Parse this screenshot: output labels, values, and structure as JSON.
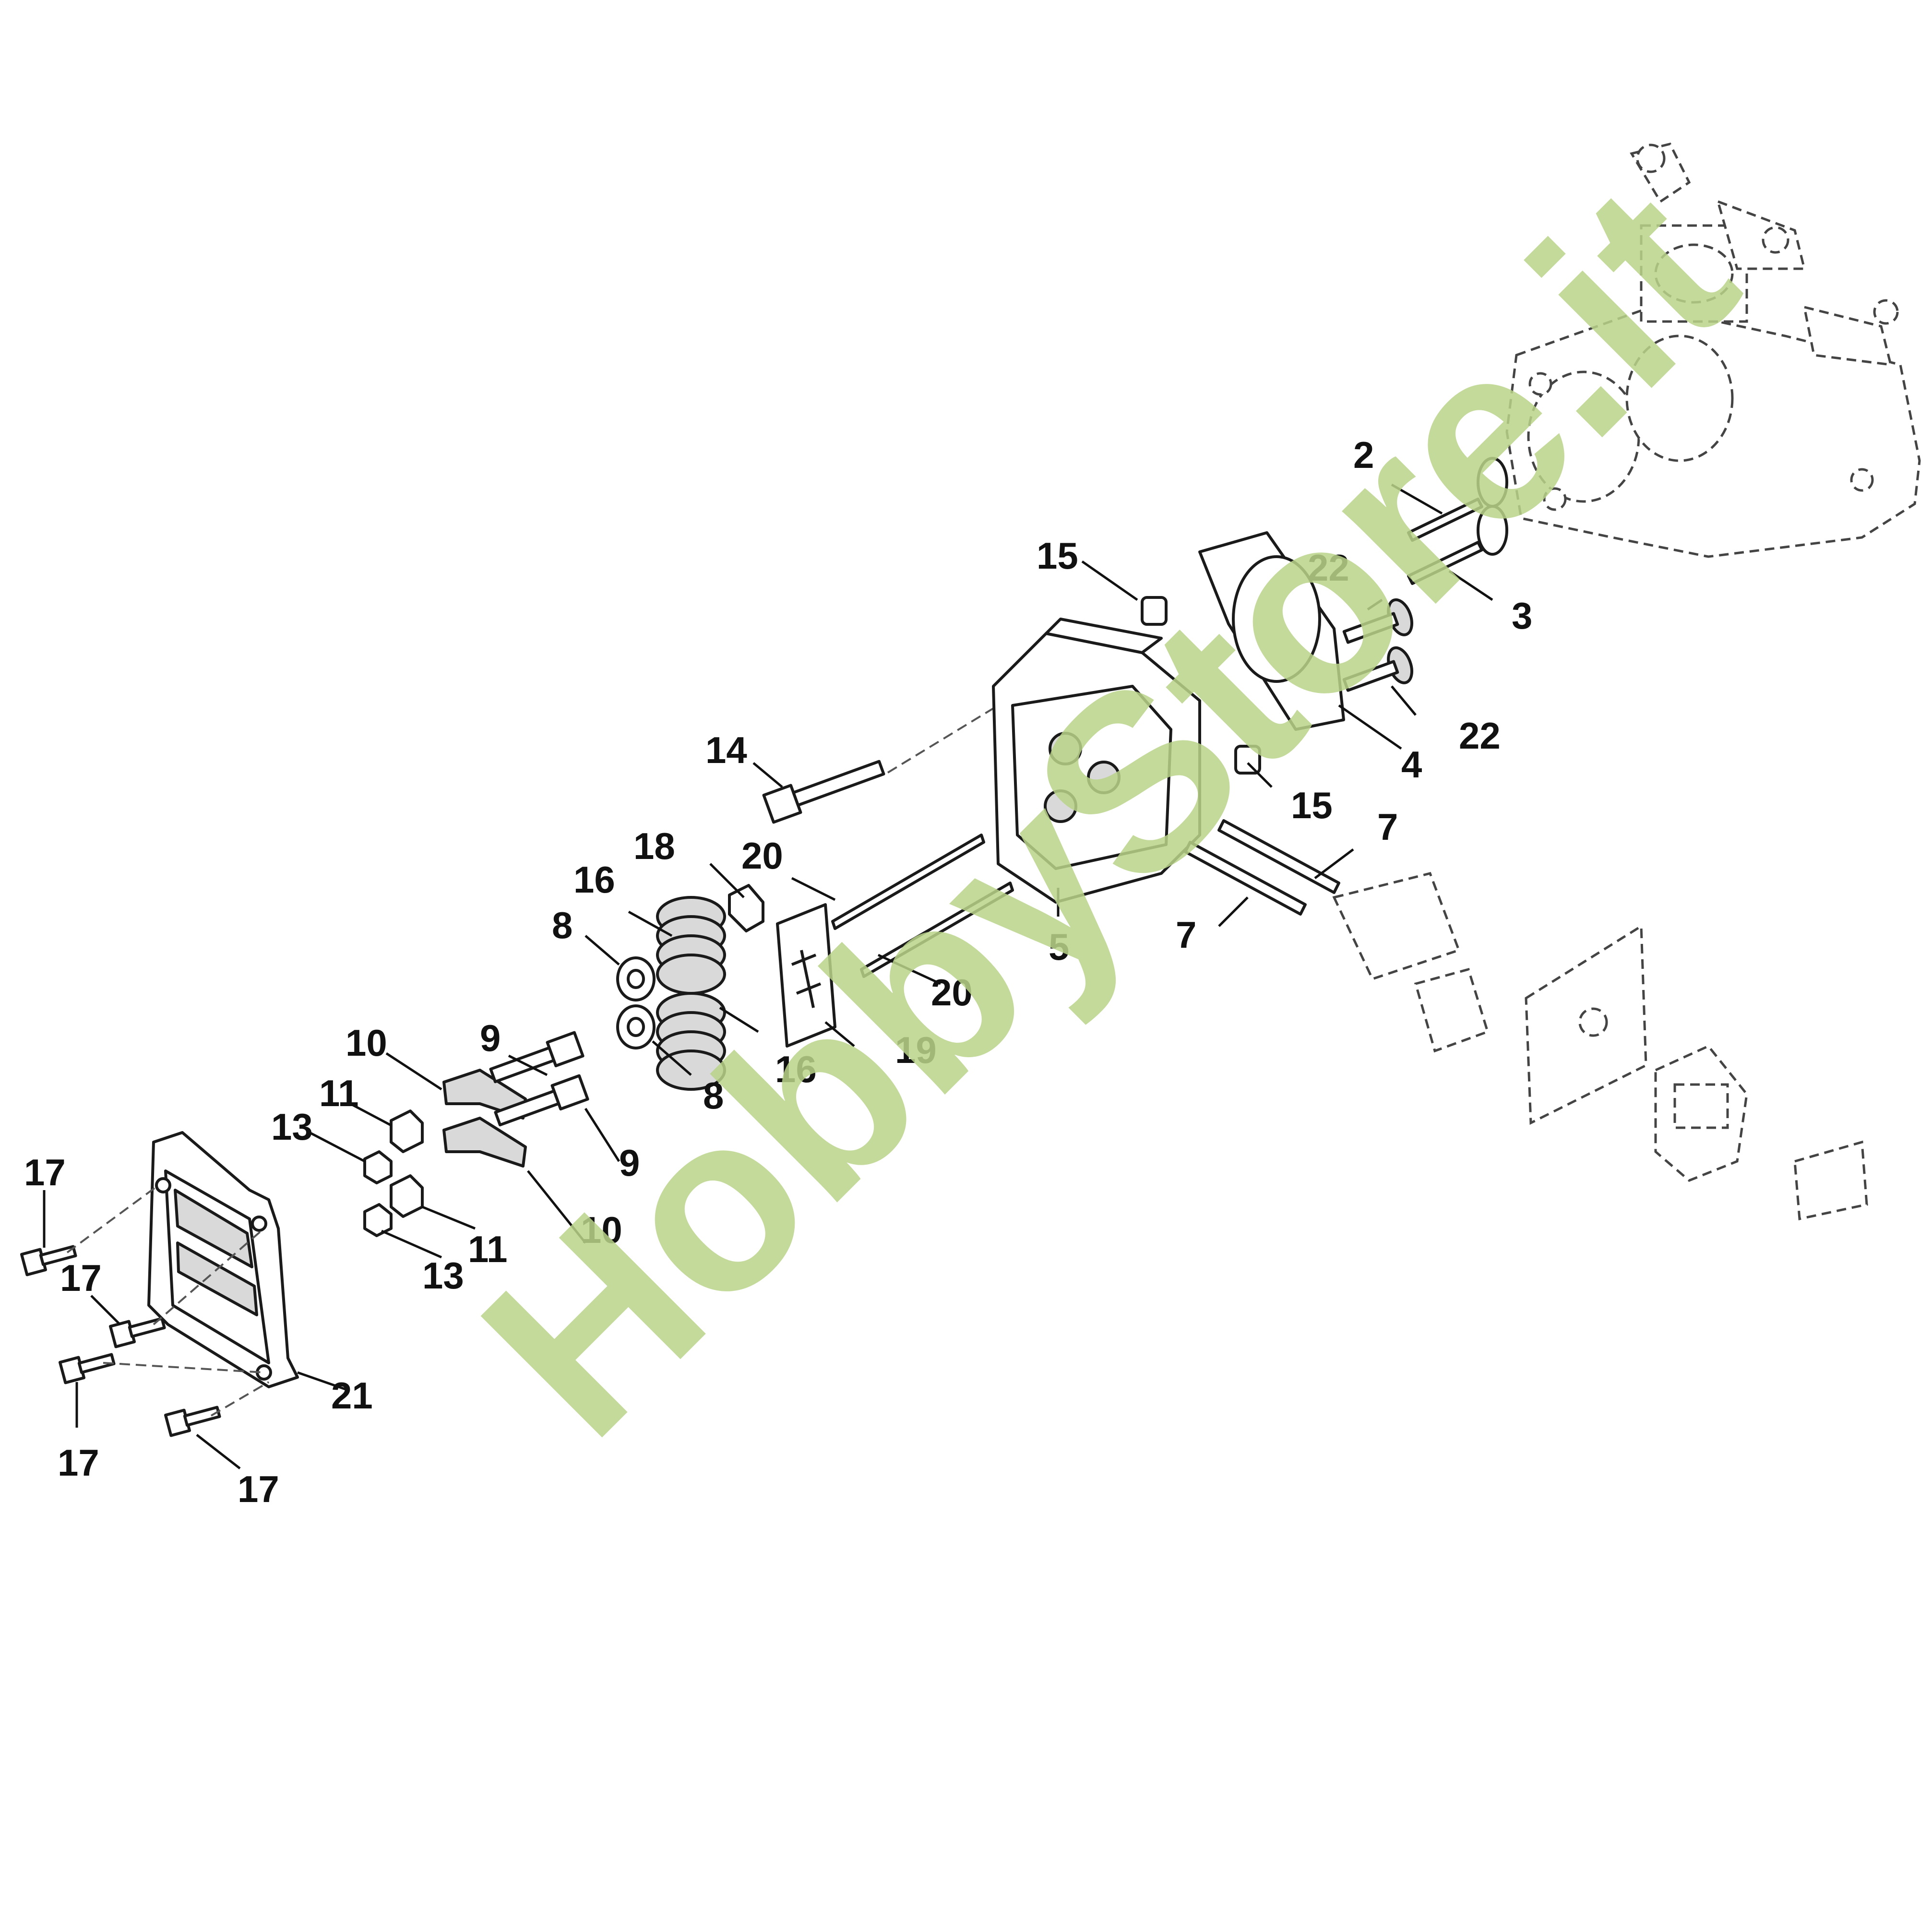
{
  "watermark": "HobbyStore.it",
  "callouts": [
    {
      "label": "2"
    },
    {
      "label": "3"
    },
    {
      "label": "22"
    },
    {
      "label": "22"
    },
    {
      "label": "15"
    },
    {
      "label": "15"
    },
    {
      "label": "4"
    },
    {
      "label": "14"
    },
    {
      "label": "7"
    },
    {
      "label": "7"
    },
    {
      "label": "18"
    },
    {
      "label": "20"
    },
    {
      "label": "20"
    },
    {
      "label": "5"
    },
    {
      "label": "16"
    },
    {
      "label": "16"
    },
    {
      "label": "8"
    },
    {
      "label": "8"
    },
    {
      "label": "19"
    },
    {
      "label": "9"
    },
    {
      "label": "9"
    },
    {
      "label": "10"
    },
    {
      "label": "10"
    },
    {
      "label": "11"
    },
    {
      "label": "11"
    },
    {
      "label": "13"
    },
    {
      "label": "13"
    },
    {
      "label": "17"
    },
    {
      "label": "17"
    },
    {
      "label": "17"
    },
    {
      "label": "17"
    },
    {
      "label": "21"
    }
  ]
}
